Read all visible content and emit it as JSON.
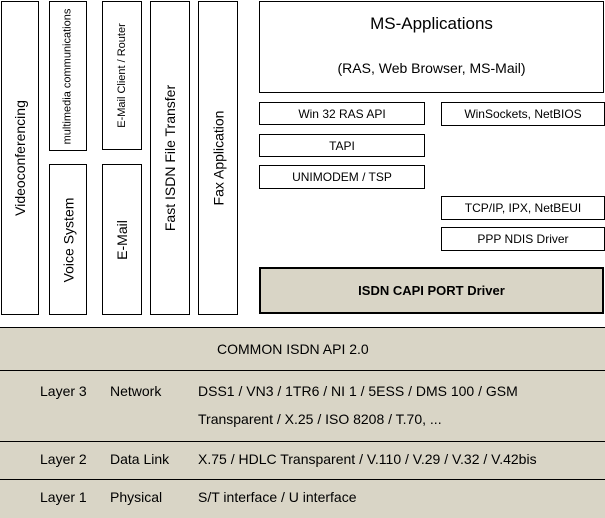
{
  "apps": {
    "videoconferencing": "Videoconferencing",
    "multimedia": "multimedia communications",
    "voice": "Voice System",
    "email_client": "E-Mail Client / Router",
    "email": "E-Mail",
    "fast_isdn": "Fast ISDN File Transfer",
    "fax": "Fax Application"
  },
  "ms": {
    "title": "MS-Applications",
    "subtitle": "(RAS, Web Browser, MS-Mail)",
    "win32_ras": "Win 32 RAS API",
    "winsockets": "WinSockets, NetBIOS",
    "tapi": "TAPI",
    "unimodem": "UNIMODEM / TSP",
    "tcpip": "TCP/IP, IPX, NetBEUI",
    "ppp": "PPP NDIS Driver",
    "capi_port": "ISDN CAPI PORT Driver"
  },
  "stack": {
    "common_api": "COMMON ISDN API 2.0",
    "layer3": {
      "layer": "Layer 3",
      "name": "Network",
      "line1": "DSS1 / VN3 / 1TR6 / NI 1 / 5ESS / DMS 100 / GSM",
      "line2": "Transparent / X.25 / ISO 8208 / T.70, ..."
    },
    "layer2": {
      "layer": "Layer 2",
      "name": "Data Link",
      "line1": "X.75 / HDLC Transparent / V.110 / V.29 / V.32 / V.42bis"
    },
    "layer1": {
      "layer": "Layer 1",
      "name": "Physical",
      "line1": "S/T interface / U interface"
    }
  }
}
